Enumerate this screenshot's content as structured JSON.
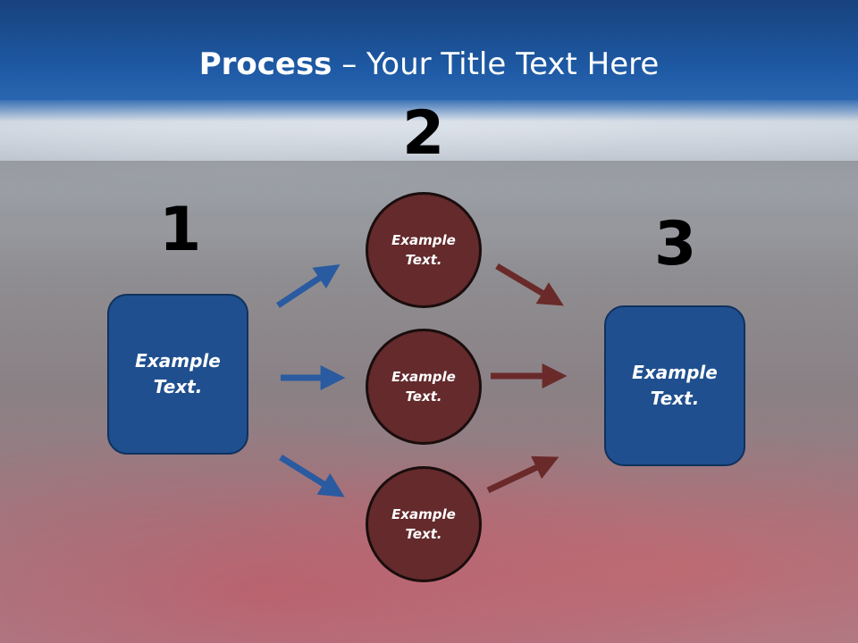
{
  "slide": {
    "title_bold": "Process",
    "title_rest": " – Your Title Text Here"
  },
  "steps": {
    "one": "1",
    "two": "2",
    "three": "3"
  },
  "left_box": {
    "label": "Example\nText."
  },
  "right_box": {
    "label": "Example\nText."
  },
  "circles": [
    {
      "label": "Example\nText."
    },
    {
      "label": "Example\nText."
    },
    {
      "label": "Example\nText."
    }
  ],
  "colors": {
    "header": "#1e5aa5",
    "box": "#1f4f8e",
    "circle": "#642a2c",
    "arrow_blue": "#2a5aa0",
    "arrow_red": "#6a2a2a"
  }
}
